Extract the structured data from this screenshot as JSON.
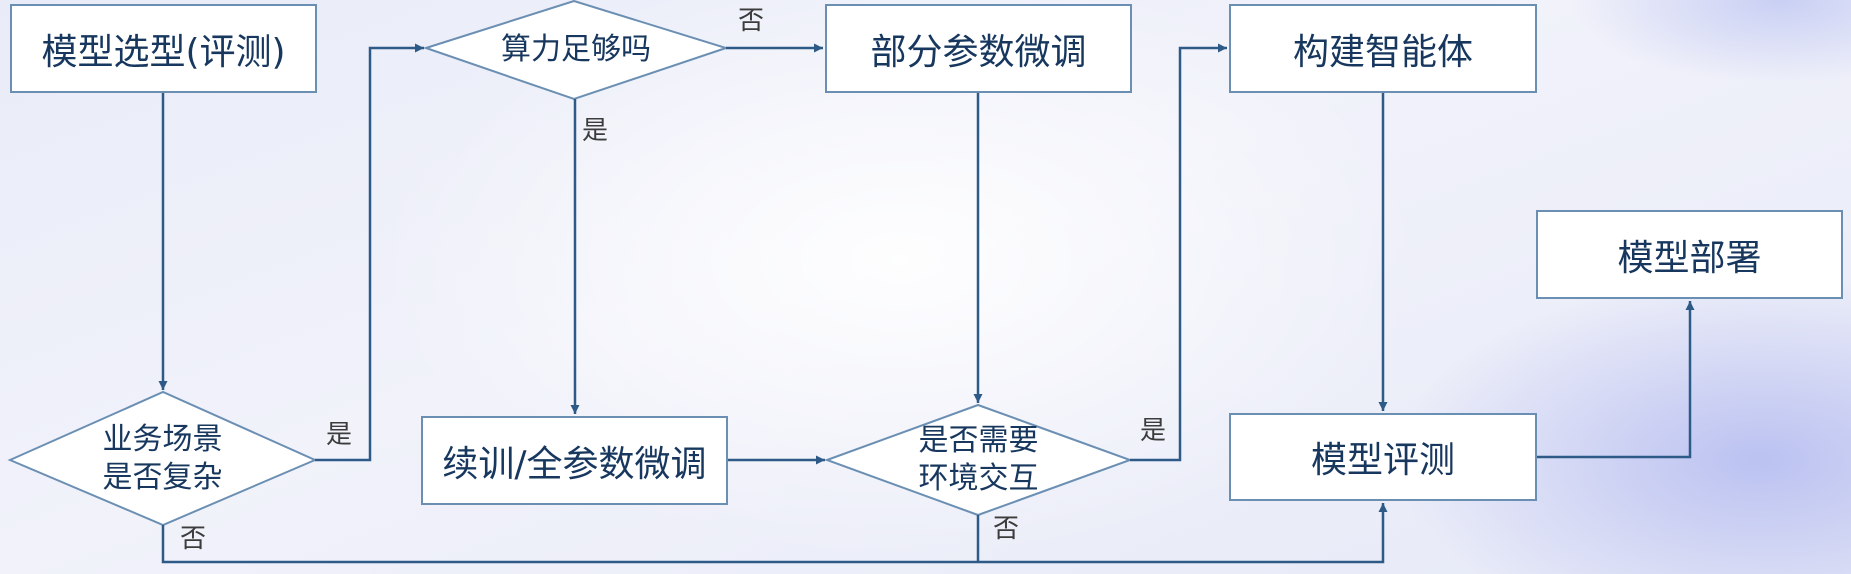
{
  "nodes": {
    "model_selection": "模型选型(评测)",
    "compute_enough": "算力足够吗",
    "partial_finetune": "部分参数微调",
    "build_agent": "构建智能体",
    "model_deploy": "模型部署",
    "scene_complex": [
      "业务场景",
      "是否复杂"
    ],
    "full_finetune": "续训/全参数微调",
    "need_env": [
      "是否需要",
      "环境交互"
    ],
    "model_eval": "模型评测"
  },
  "edge_labels": {
    "compute_no": "否",
    "compute_yes": "是",
    "scene_yes": "是",
    "scene_no": "否",
    "env_yes": "是",
    "env_no": "否"
  },
  "colors": {
    "line": "#2d5a86",
    "box_border": "#6b8fb3",
    "text": "#17375e"
  }
}
